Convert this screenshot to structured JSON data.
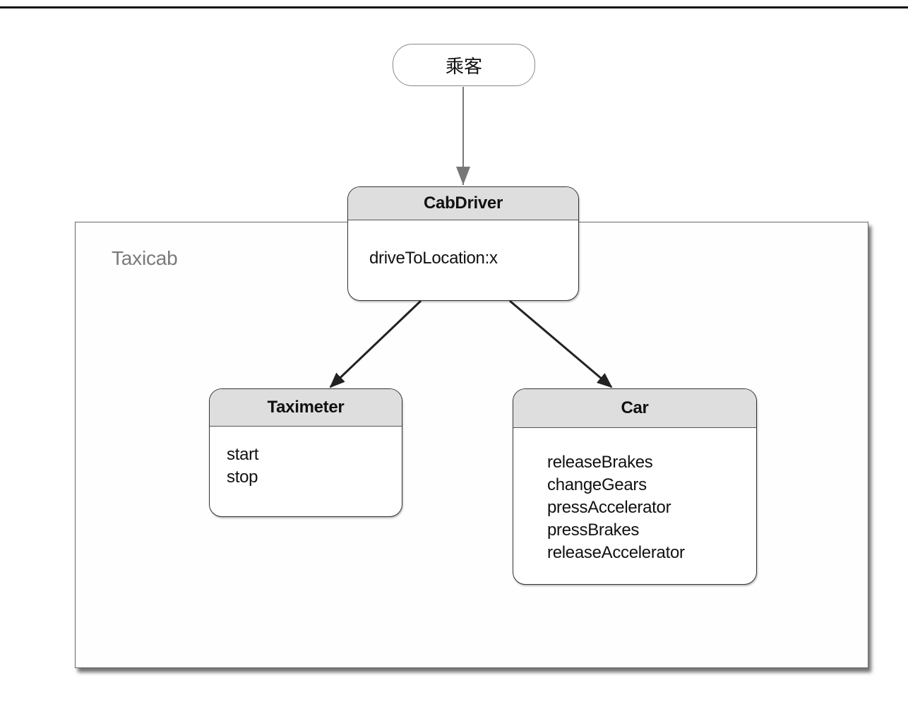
{
  "container": {
    "label": "Taxicab"
  },
  "actor": {
    "label": "乘客"
  },
  "classes": {
    "cab_driver": {
      "name": "CabDriver",
      "methods": [
        "driveToLocation:x"
      ]
    },
    "taximeter": {
      "name": "Taximeter",
      "methods": [
        "start",
        "stop"
      ]
    },
    "car": {
      "name": "Car",
      "methods": [
        "releaseBrakes",
        "changeGears",
        "pressAccelerator",
        "pressBrakes",
        "releaseAccelerator"
      ]
    }
  },
  "colors": {
    "header_fill": "#dedede",
    "frame_border": "#6a6a6a",
    "container_label": "#7a7a7a",
    "actor_arrow": "#777777",
    "class_arrow": "#222222"
  }
}
